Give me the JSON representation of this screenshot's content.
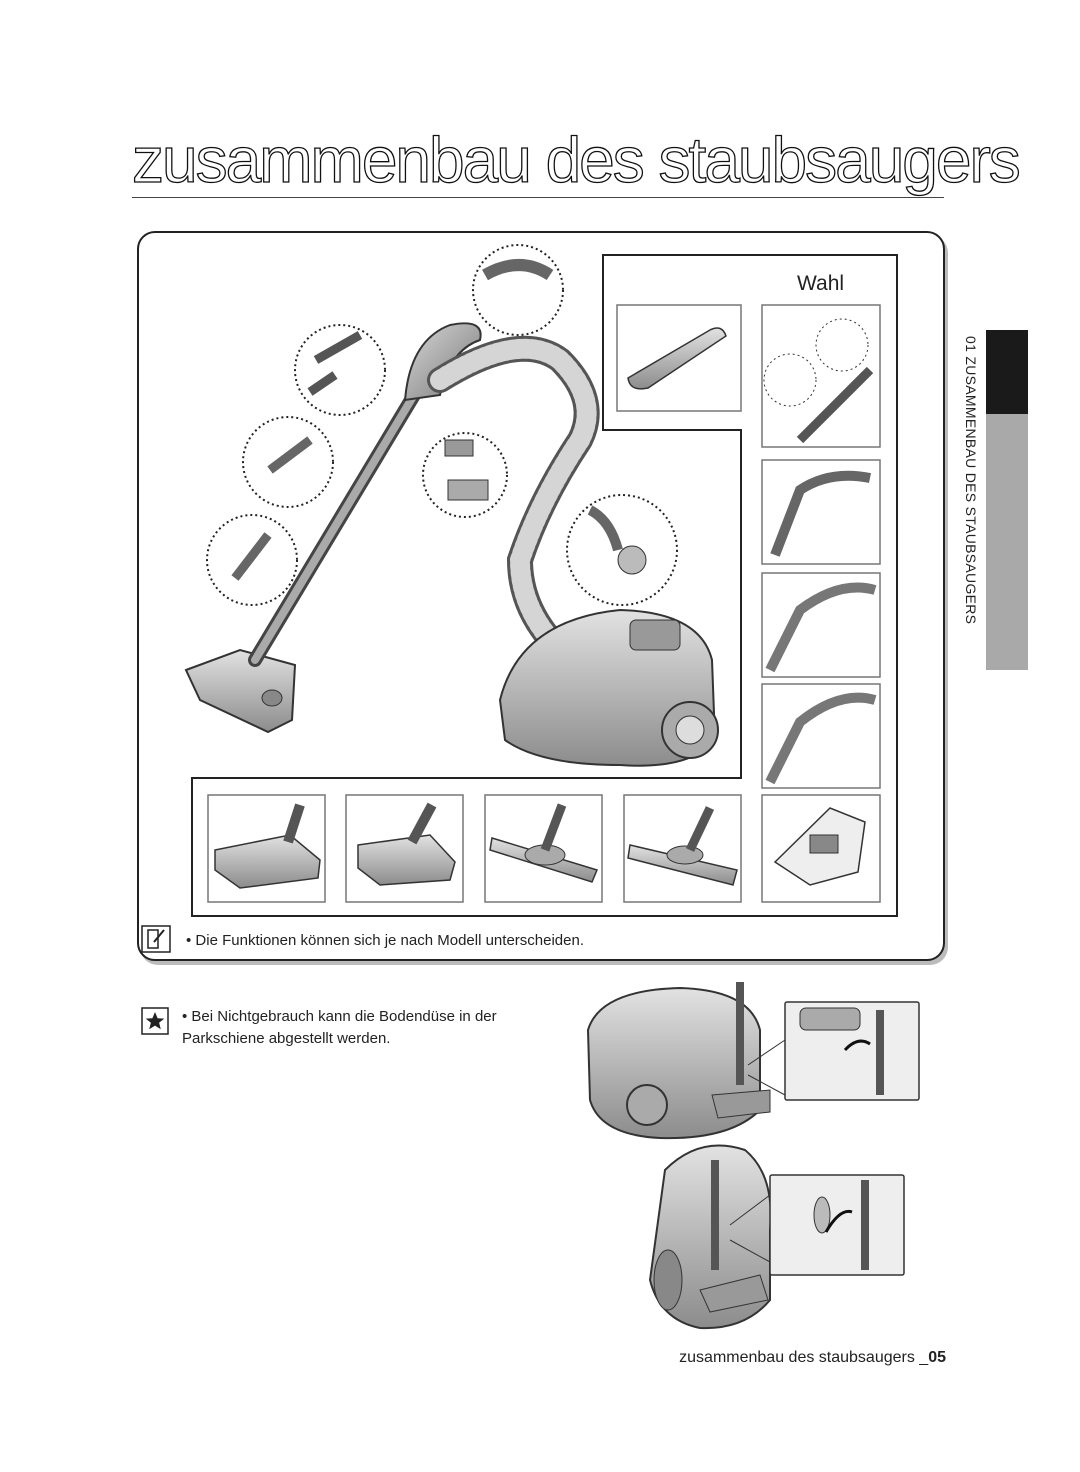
{
  "page": {
    "title": "zusammenbau des staubsaugers",
    "section_tab": "01 ZUSAMMENBAU DES STAUBSAUGERS",
    "footer_text": "zusammenbau des staubsaugers _",
    "footer_page": "05"
  },
  "panel": {
    "option_label": "Wahl",
    "note_icon": "note-icon",
    "note_text": "•  Die Funktionen können sich je nach Modell unterscheiden."
  },
  "tip": {
    "tip_icon": "star-icon",
    "text": "•  Bei Nichtgebrauch kann die Bodendüse in der Parkschiene abgestellt werden."
  },
  "colors": {
    "text": "#222222",
    "tab_dark": "#1a1a1a",
    "tab_light": "#a9a9a9",
    "illustration_gray": "#9a9a9a"
  }
}
